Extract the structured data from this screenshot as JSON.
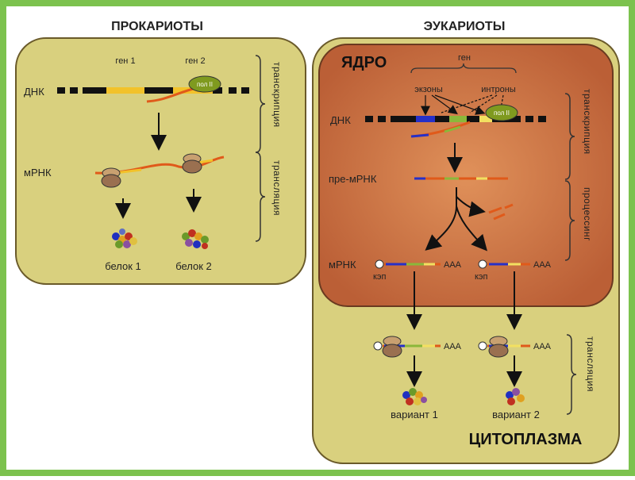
{
  "prokaryotes": {
    "title": "ПРОКАРИОТЫ",
    "dna_label": "ДНК",
    "gene1_label": "ген 1",
    "gene2_label": "ген 2",
    "polymerase_label": "пол II",
    "mrna_label": "мРНК",
    "protein1_label": "белок 1",
    "protein2_label": "белок 2",
    "stage_transcription": "транскрипция",
    "stage_translation": "трансляция"
  },
  "eukaryotes": {
    "title": "ЭУКАРИОТЫ",
    "nucleus_label": "ЯДРО",
    "gene_label": "ген",
    "exons_label": "экзоны",
    "introns_label": "интроны",
    "dna_label": "ДНК",
    "polymerase_label": "пол II",
    "pre_mrna_label": "пре-мРНК",
    "mrna_label": "мРНК",
    "cap_label_1": "кэп",
    "cap_label_2": "кэп",
    "polya_1": "AAA",
    "polya_2": "AAA",
    "polya_3": "AAA",
    "polya_4": "AAA",
    "variant1_label": "вариант 1",
    "variant2_label": "вариант 2",
    "cytoplasm_label": "ЦИТОПЛАЗМА",
    "stage_transcription": "транскрипция",
    "stage_processing": "процессинг",
    "stage_translation": "трансляция"
  },
  "colors": {
    "frame_green": "#7cc24e",
    "panel_fill": "#d9d07e",
    "panel_border": "#6a5a2a",
    "nucleus_fill": "#c96d42",
    "dna_black": "#111111",
    "gene_yellow": "#f2c22a",
    "mrna_orange": "#e05a1a",
    "exon_blue": "#2630c8",
    "exon_green": "#8ab83a",
    "exon_yellow": "#f2e060",
    "polymerase_green": "#7f9a1f"
  }
}
